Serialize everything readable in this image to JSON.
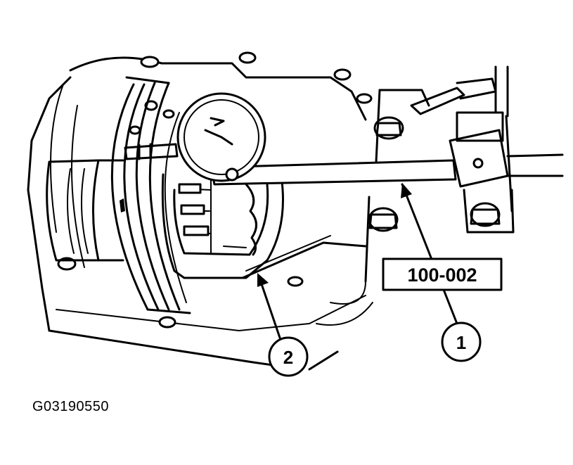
{
  "figure": {
    "id": "G03190550",
    "tool_label": "100-002",
    "callouts": [
      {
        "number": "1",
        "part": "dial-indicator-holder"
      },
      {
        "number": "2",
        "part": "differential-case"
      }
    ]
  },
  "colors": {
    "ink": "#000000",
    "paper": "#ffffff"
  }
}
